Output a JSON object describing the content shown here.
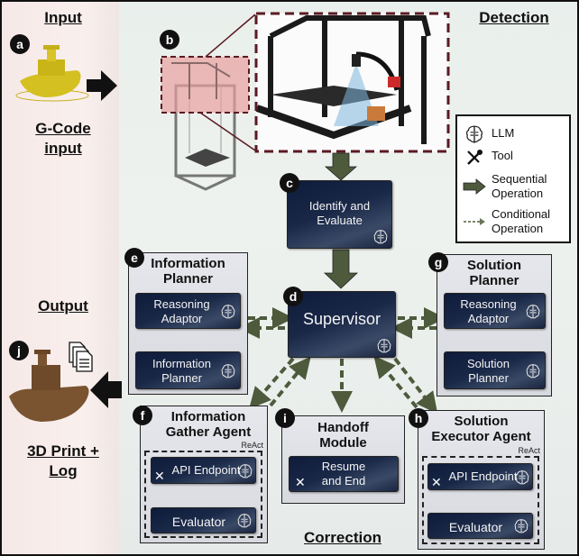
{
  "sections": {
    "input": "Input",
    "input_caption_1": "G-Code",
    "input_caption_2": "input",
    "detection": "Detection",
    "output": "Output",
    "output_caption_1": "3D Print +",
    "output_caption_2": "Log",
    "correction": "Correction"
  },
  "badges": {
    "a": "a",
    "b": "b",
    "c": "c",
    "d": "d",
    "e": "e",
    "f": "f",
    "g": "g",
    "h": "h",
    "i": "i",
    "j": "j"
  },
  "detection_node": {
    "line1": "Identify and",
    "line2": "Evaluate",
    "icon": "llm-brain-icon"
  },
  "supervisor": {
    "label": "Supervisor",
    "icon": "llm-brain-icon"
  },
  "information_planner": {
    "title_1": "Information",
    "title_2": "Planner",
    "steps": [
      {
        "line1": "Reasoning",
        "line2": "Adaptor",
        "icon": "llm-brain-icon"
      },
      {
        "line1": "Information",
        "line2": "Planner",
        "icon": "llm-brain-icon"
      }
    ]
  },
  "solution_planner": {
    "title_1": "Solution",
    "title_2": "Planner",
    "steps": [
      {
        "line1": "Reasoning",
        "line2": "Adaptor",
        "icon": "llm-brain-icon"
      },
      {
        "line1": "Solution",
        "line2": "Planner",
        "icon": "llm-brain-icon"
      }
    ]
  },
  "information_gather_agent": {
    "title_1": "Information",
    "title_2": "Gather Agent",
    "tag": "ReAct",
    "steps": [
      {
        "label": "API Endpoint",
        "icons": [
          "tool-icon",
          "llm-brain-icon"
        ]
      },
      {
        "label": "Evaluator",
        "icons": [
          "llm-brain-icon"
        ]
      }
    ]
  },
  "handoff_module": {
    "title_1": "Handoff",
    "title_2": "Module",
    "step": {
      "line1": "Resume",
      "line2": "and End",
      "icon": "tool-icon"
    }
  },
  "solution_executor_agent": {
    "title_1": "Solution",
    "title_2": "Executor Agent",
    "tag": "ReAct",
    "steps": [
      {
        "label": "API Endpoint",
        "icons": [
          "tool-icon",
          "llm-brain-icon"
        ]
      },
      {
        "label": "Evaluator",
        "icons": [
          "llm-brain-icon"
        ]
      }
    ]
  },
  "legend": {
    "items": [
      {
        "icon": "llm-brain-icon",
        "label": "LLM"
      },
      {
        "icon": "tool-icon",
        "label": "Tool"
      },
      {
        "icon": "solid-arrow-icon",
        "label_1": "Sequential",
        "label_2": "Operation"
      },
      {
        "icon": "dashed-arrow-icon",
        "label_1": "Conditional",
        "label_2": "Operation"
      }
    ]
  },
  "colors": {
    "arrow_green": "#4d5a3c",
    "node_dark": "#142342",
    "group_grey": "#dcdee3",
    "input_panel": "#f6e9e8",
    "main_panel": "#eaf0ec",
    "highlight_red": "#e8a0a0",
    "zoom_frame": "#5a1a22",
    "benchy_yellow": "#d4c020",
    "benchy_brown": "#7a5330"
  }
}
